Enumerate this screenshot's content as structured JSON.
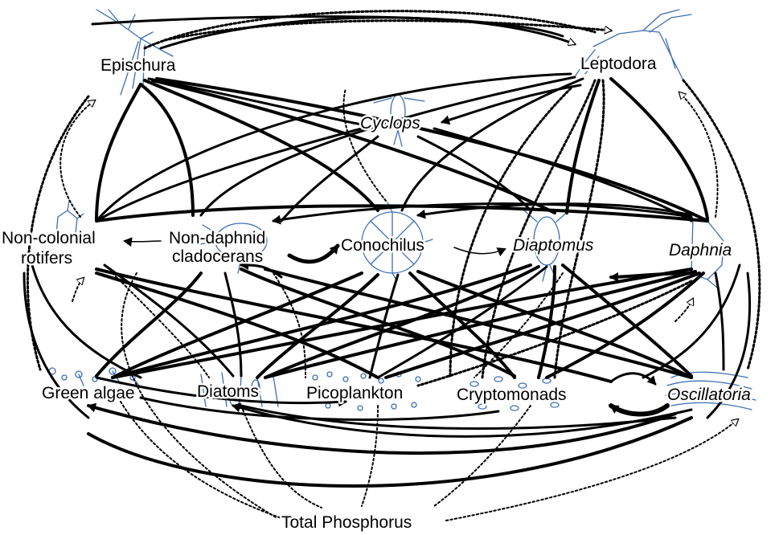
{
  "nodes": {
    "epischura": "Epischura",
    "leptodora": "Leptodora",
    "cyclops": "Cyclops",
    "non_colonial_rotifers_1": "Non-colonial",
    "non_colonial_rotifers_2": "rotifers",
    "non_daphnid_cladocerans_1": "Non-daphnid",
    "non_daphnid_cladocerans_2": "cladocerans",
    "conochilus": "Conochilus",
    "diaptomus": "Diaptomus",
    "daphnia": "Daphnia",
    "green_algae": "Green algae",
    "diatoms": "Diatoms",
    "picoplankton": "Picoplankton",
    "cryptomonads": "Cryptomonads",
    "oscillatoria": "Oscillatoria",
    "total_phosphorus": "Total Phosphorus"
  },
  "colors": {
    "edge": "#000000",
    "organism": "#3b6fb4"
  }
}
